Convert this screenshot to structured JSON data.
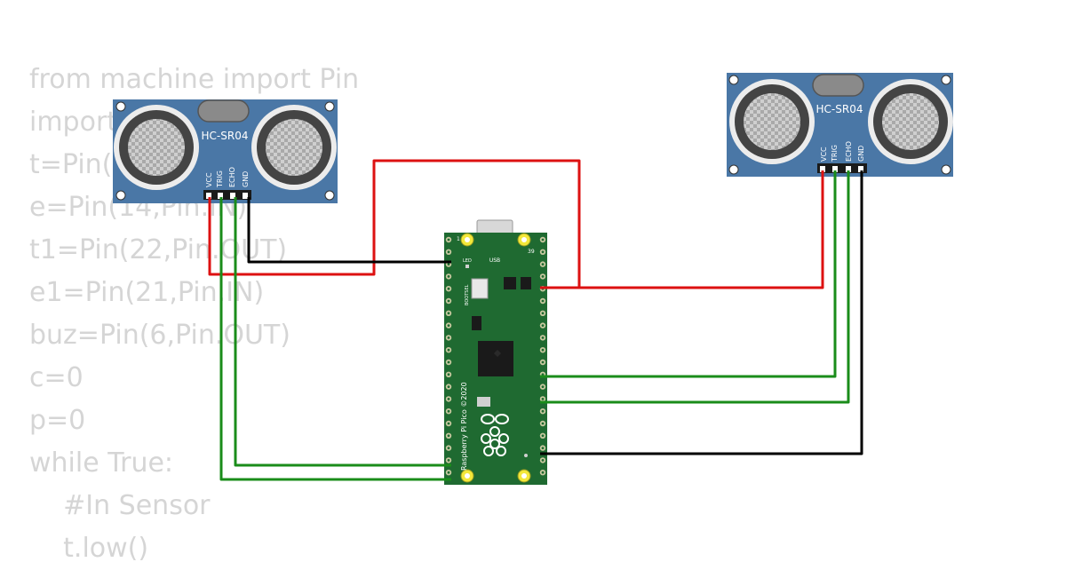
{
  "code_lines": [
    "from machine import Pin",
    "import utime",
    "t=Pin(15,Pin.OUT)",
    "e=Pin(14,Pin.IN)",
    "t1=Pin(22,Pin.OUT)",
    "e1=Pin(21,Pin.IN)",
    "buz=Pin(6,Pin.OUT)",
    "c=0",
    "p=0",
    "while True:",
    "    #In Sensor",
    "    t.low()"
  ],
  "sensors": [
    {
      "model": "HC-SR04",
      "pins": [
        "VCC",
        "TRIG",
        "ECHO",
        "GND"
      ]
    },
    {
      "model": "HC-SR04",
      "pins": [
        "VCC",
        "TRIG",
        "ECHO",
        "GND"
      ]
    }
  ],
  "pico": {
    "name": "Raspberry Pi Pico ©2020",
    "usb_label": "USB",
    "led_label": "LED",
    "bootsel_label": "BOOTSEL",
    "pin_number_left": "1",
    "pin_number_right": "39"
  },
  "colors": {
    "board_blue": "#4a77a6",
    "pico_green": "#1f6a31",
    "wire_red": "#dd1111",
    "wire_green": "#1a8c1a",
    "wire_black": "#000000",
    "code_text": "#d5d5d5"
  }
}
